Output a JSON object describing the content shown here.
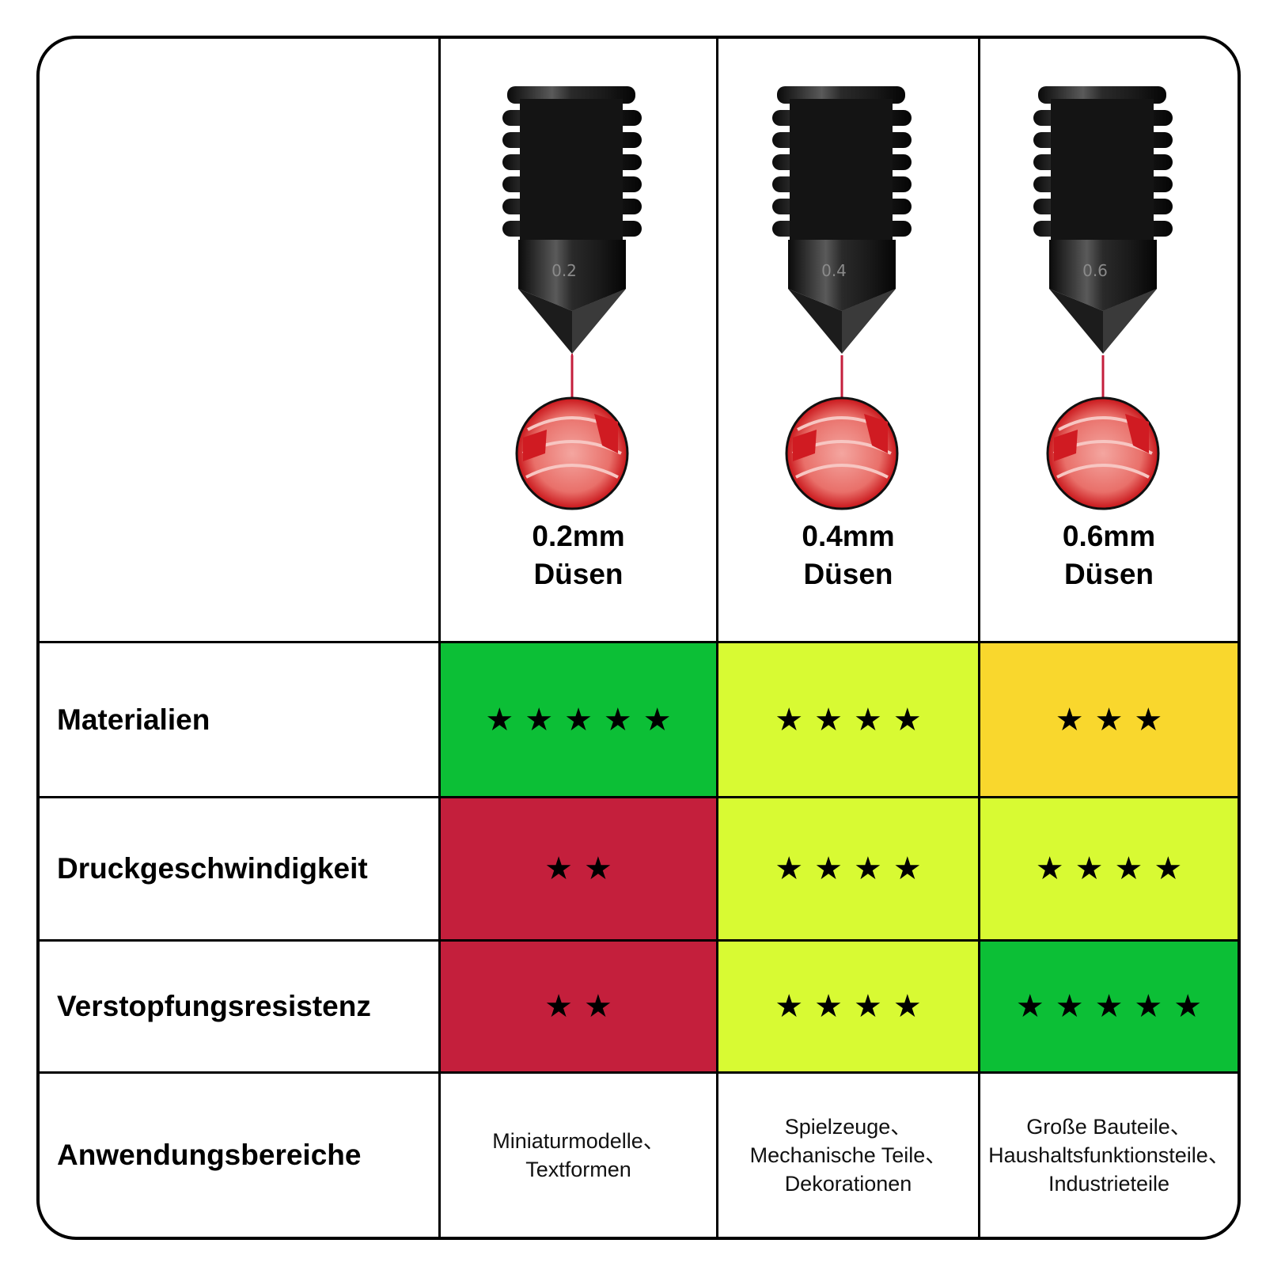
{
  "columns": [
    {
      "size": "0.2mm",
      "word": "Düsen",
      "engraving": "0.2"
    },
    {
      "size": "0.4mm",
      "word": "Düsen",
      "engraving": "0.4"
    },
    {
      "size": "0.6mm",
      "word": "Düsen",
      "engraving": "0.6"
    }
  ],
  "rows": [
    {
      "label": "Materialien",
      "ratings": [
        5,
        4,
        3
      ],
      "stars": [
        "★★★★★",
        "★★★★",
        "★★★"
      ],
      "colors": [
        "#0cbf36",
        "#d8fa33",
        "#f9d72d"
      ]
    },
    {
      "label": "Druckgeschwindigkeit",
      "ratings": [
        2,
        4,
        4
      ],
      "stars": [
        "★★",
        "★★★★",
        "★★★★"
      ],
      "colors": [
        "#c41f3c",
        "#d8fa33",
        "#d8fa33"
      ]
    },
    {
      "label": "Verstopfungsresistenz",
      "ratings": [
        2,
        4,
        5
      ],
      "stars": [
        "★★",
        "★★★★",
        "★★★★★"
      ],
      "colors": [
        "#c41f3c",
        "#d8fa33",
        "#0cbf36"
      ]
    }
  ],
  "applications": {
    "label": "Anwendungsbereiche",
    "values": [
      "Miniaturmodelle、\nTextformen",
      "Spielzeuge、\nMechanische Teile、\nDekorationen",
      "Große Bauteile、\nHaushaltsfunktionsteile、\nIndustrieteile"
    ]
  }
}
